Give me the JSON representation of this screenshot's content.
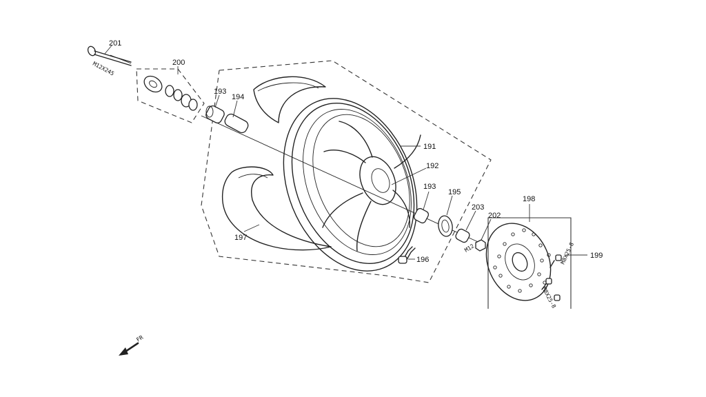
{
  "callouts": {
    "c191": "191",
    "c192": "192",
    "c193a": "193",
    "c193b": "193",
    "c194": "194",
    "c195": "195",
    "c196": "196",
    "c197": "197",
    "c198": "198",
    "c199": "199",
    "c200": "200",
    "c201": "201",
    "c202": "202",
    "c203": "203"
  },
  "specs": {
    "axle": "M12X245",
    "nut": "M12",
    "bolt_upper": "M8X25-8",
    "bolt_lower": "M8X25-8"
  },
  "direction": {
    "label": "FR",
    "icon": "direction-arrow-icon"
  }
}
